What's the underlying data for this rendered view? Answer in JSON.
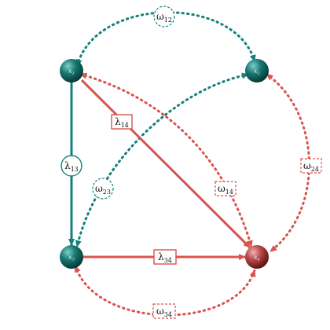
{
  "colors": {
    "teal": "#13807c",
    "red": "#d9534f",
    "node_teal_dark": "#0c4a47",
    "node_teal_light": "#5fb3ad",
    "node_red_dark": "#7a1c1c",
    "node_red_light": "#e69595"
  },
  "nodes": [
    {
      "id": "x1",
      "base": "x",
      "sub": "1",
      "color": "teal"
    },
    {
      "id": "x2",
      "base": "x",
      "sub": "2",
      "color": "teal"
    },
    {
      "id": "x3",
      "base": "x",
      "sub": "3",
      "color": "teal"
    },
    {
      "id": "x4",
      "base": "x",
      "sub": "4",
      "color": "red"
    }
  ],
  "edges": [
    {
      "id": "lambda13",
      "from": "x1",
      "to": "x3",
      "style": "solid",
      "label_base": "λ",
      "label_sub": "13",
      "color": "teal",
      "label_shape": "circle"
    },
    {
      "id": "lambda14",
      "from": "x1",
      "to": "x4",
      "style": "solid",
      "label_base": "λ",
      "label_sub": "14",
      "color": "red",
      "label_shape": "box"
    },
    {
      "id": "lambda34",
      "from": "x3",
      "to": "x4",
      "style": "solid",
      "label_base": "λ",
      "label_sub": "34",
      "color": "red",
      "label_shape": "box"
    },
    {
      "id": "omega12",
      "from": "x1",
      "to": "x2",
      "style": "dotted",
      "label_base": "ω",
      "label_sub": "12",
      "color": "teal",
      "label_shape": "dashed-circle"
    },
    {
      "id": "omega23",
      "from": "x2",
      "to": "x3",
      "style": "dotted",
      "label_base": "ω",
      "label_sub": "23",
      "color": "teal",
      "label_shape": "dashed-circle"
    },
    {
      "id": "omega14",
      "from": "x1",
      "to": "x4",
      "style": "dotted",
      "label_base": "ω",
      "label_sub": "14",
      "color": "red",
      "label_shape": "dashed-box"
    },
    {
      "id": "omega24",
      "from": "x2",
      "to": "x4",
      "style": "dotted",
      "label_base": "ω",
      "label_sub": "24",
      "color": "red",
      "label_shape": "dashed-box"
    },
    {
      "id": "omega34",
      "from": "x3",
      "to": "x4",
      "style": "dotted",
      "label_base": "ω",
      "label_sub": "34",
      "color": "red",
      "label_shape": "dashed-box"
    }
  ]
}
